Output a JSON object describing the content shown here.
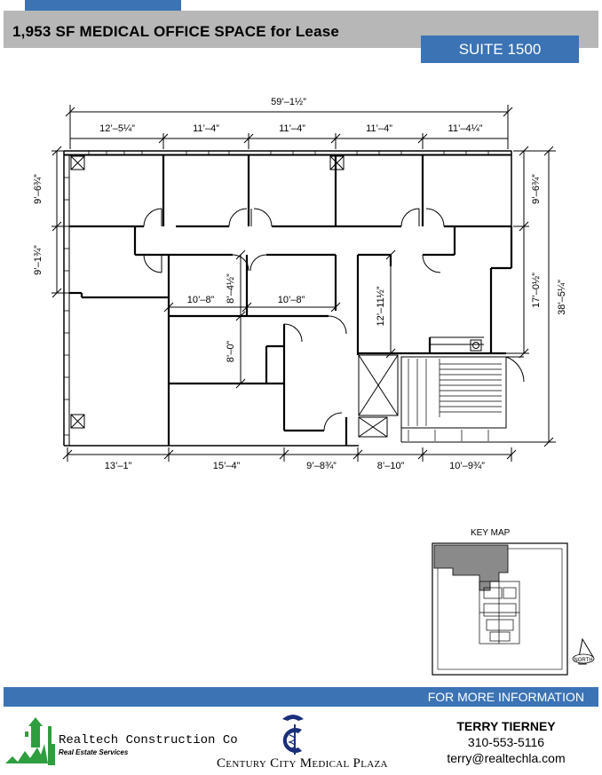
{
  "header": {
    "title": "1,953 SF MEDICAL OFFICE SPACE for Lease",
    "suite": "SUITE 1500"
  },
  "floorplan": {
    "dims_top": {
      "overall": "59’–1½”",
      "segments": [
        "12’–5¼”",
        "11’–4”",
        "11’–4”",
        "11’–4”",
        "11’–4¼”"
      ]
    },
    "dims_left": [
      "9’–6¾”",
      "9’–1¾”"
    ],
    "dims_right": [
      "9’–6¾”",
      "17’–0½”",
      "38’–5¼”"
    ],
    "dims_interior": [
      "10’–8”",
      "8’–4½”",
      "10’–8”",
      "12’–11½”",
      "8’–0”"
    ],
    "dims_bottom": [
      "13’–1”",
      "15’–4”",
      "9’–8¾”",
      "8’–10”",
      "10’–9¾”"
    ]
  },
  "keymap": {
    "label": "KEY MAP",
    "north": "NORTH"
  },
  "footer": {
    "info": "FOR MORE INFORMATION",
    "realtech_name": "Realtech Construction Co",
    "realtech_sub": "Real Estate Services",
    "ccmp": "Century City Medical Plaza",
    "contact_name": "TERRY TIERNEY",
    "phone": "310-553-5116",
    "email": "terry@realtechla.com"
  }
}
